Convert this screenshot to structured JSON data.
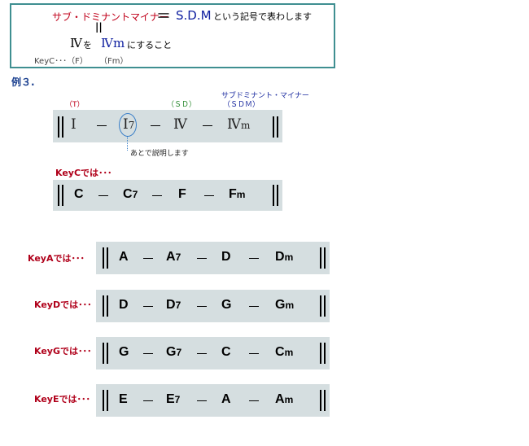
{
  "info": {
    "line1_red": "サブ・ドミナントマイナー",
    "line1_eq": "＝",
    "line1_blue": "S.D.M",
    "line1_rest": "という記号で表わします",
    "line2_eq": "||",
    "line3_roman": "Ⅳ",
    "line3_wo": "を",
    "line3_blue": "Ⅳm",
    "line3_rest": "にすること",
    "line4_key": "KeyC･･･（F）",
    "line4_fm": "（Fm）"
  },
  "example_title": "例３.",
  "example": {
    "label_t": "（T）",
    "label_sd": "（ＳＤ）",
    "label_sdm_1": "サブドミナント・マイナー",
    "label_sdm_2": "（ＳＤＭ）",
    "chords": [
      "Ⅰ",
      "Ⅰ",
      "7",
      "Ⅳ",
      "Ⅳ",
      "m"
    ],
    "note": "あとで説明します"
  },
  "keys": [
    {
      "label": "KeyCでは･･･",
      "c1": "C",
      "c2": "C",
      "c2s": "7",
      "c3": "F",
      "c4": "F",
      "c4s": "m"
    },
    {
      "label": "KeyAでは･･･",
      "c1": "A",
      "c2": "A",
      "c2s": "7",
      "c3": "D",
      "c4": "D",
      "c4s": "m"
    },
    {
      "label": "KeyDでは･･･",
      "c1": "D",
      "c2": "D",
      "c2s": "7",
      "c3": "G",
      "c4": "G",
      "c4s": "m"
    },
    {
      "label": "KeyGでは･･･",
      "c1": "G",
      "c2": "G",
      "c2s": "7",
      "c3": "C",
      "c4": "C",
      "c4s": "m"
    },
    {
      "label": "KeyEでは･･･",
      "c1": "E",
      "c2": "E",
      "c2s": "7",
      "c3": "A",
      "c4": "A",
      "c4s": "m"
    }
  ]
}
